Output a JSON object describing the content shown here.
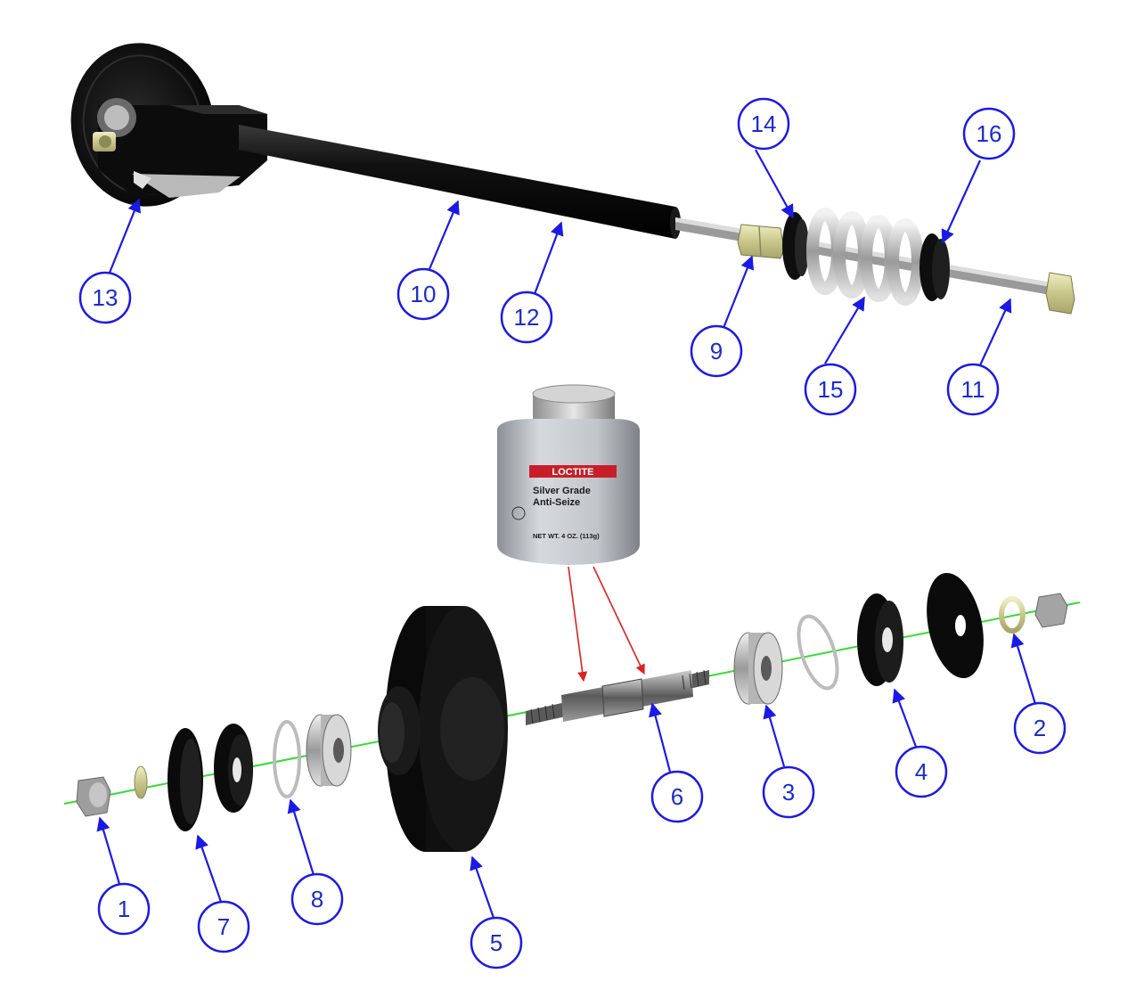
{
  "colors": {
    "callout": "#1a1ae6",
    "callout_text": "#1a2ccc",
    "axis": "#33dd33",
    "arrow_red": "#dd2222",
    "part_black": "#111111",
    "chrome": "#c8c8c8",
    "brass": "#d8d49a"
  },
  "callouts": [
    {
      "id": "1",
      "label": "1"
    },
    {
      "id": "2",
      "label": "2"
    },
    {
      "id": "3",
      "label": "3"
    },
    {
      "id": "4",
      "label": "4"
    },
    {
      "id": "5",
      "label": "5"
    },
    {
      "id": "6",
      "label": "6"
    },
    {
      "id": "7",
      "label": "7"
    },
    {
      "id": "8",
      "label": "8"
    },
    {
      "id": "9",
      "label": "9"
    },
    {
      "id": "10",
      "label": "10"
    },
    {
      "id": "11",
      "label": "11"
    },
    {
      "id": "12",
      "label": "12"
    },
    {
      "id": "13",
      "label": "13"
    },
    {
      "id": "14",
      "label": "14"
    },
    {
      "id": "15",
      "label": "15"
    },
    {
      "id": "16",
      "label": "16"
    }
  ],
  "product": {
    "brand": "LOCTITE",
    "name_line1": "Silver Grade",
    "name_line2": "Anti-Seize",
    "net_weight": "NET WT. 4 OZ. (113g)"
  }
}
